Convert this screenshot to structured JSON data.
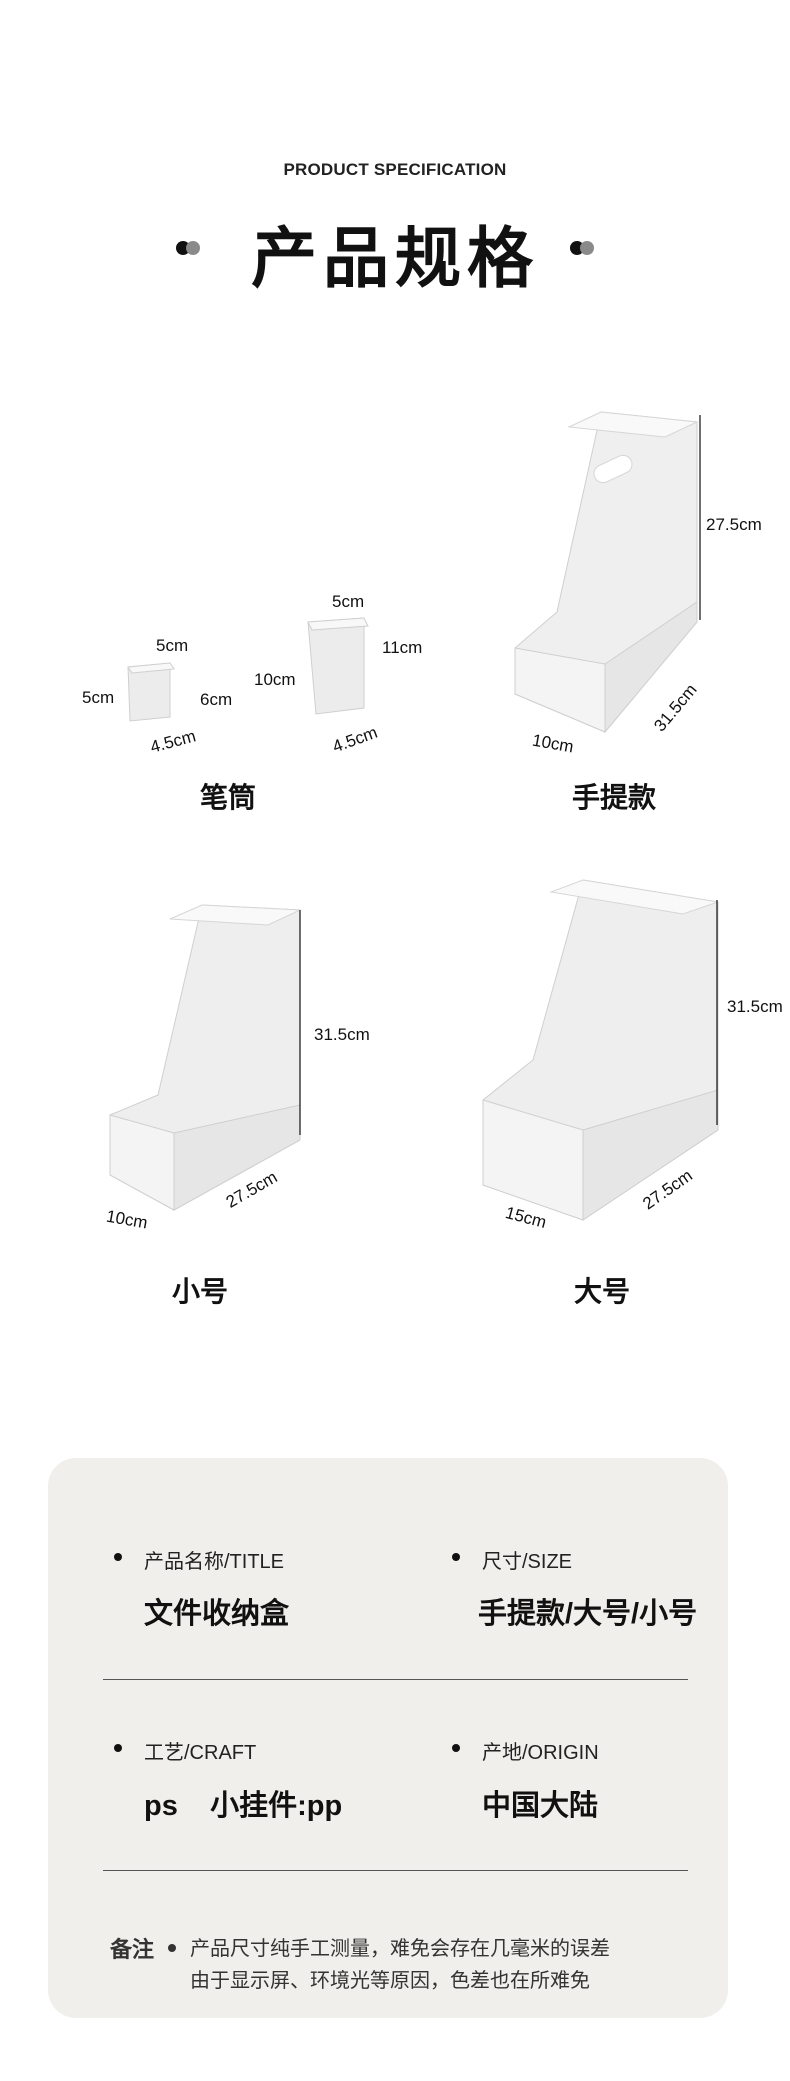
{
  "header": {
    "subtitle": "PRODUCT SPECIFICATION",
    "title": "产品规格"
  },
  "products": {
    "pen_holder": {
      "caption": "笔筒",
      "small": {
        "top": "5cm",
        "left": "5cm",
        "right": "6cm",
        "bottom": "4.5cm"
      },
      "tall": {
        "top": "5cm",
        "left": "10cm",
        "right": "11cm",
        "bottom": "4.5cm"
      }
    },
    "handle": {
      "caption": "手提款",
      "height": "27.5cm",
      "depth": "31.5cm",
      "width": "10cm"
    },
    "small": {
      "caption": "小号",
      "height": "31.5cm",
      "depth": "27.5cm",
      "width": "10cm"
    },
    "large": {
      "caption": "大号",
      "height": "31.5cm",
      "depth": "27.5cm",
      "width": "15cm"
    }
  },
  "specs": {
    "title": {
      "label": "产品名称/TITLE",
      "value": "文件收纳盒"
    },
    "size": {
      "label": "尺寸/SIZE",
      "value": "手提款/大号/小号"
    },
    "craft": {
      "label": "工艺/CRAFT",
      "value": "ps    小挂件:pp"
    },
    "origin": {
      "label": "产地/ORIGIN",
      "value": "中国大陆"
    }
  },
  "note": {
    "heading": "备注",
    "line1": "产品尺寸纯手工测量，难免会存在几毫米的误差",
    "line2": "由于显示屏、环境光等原因，色差也在所难免"
  }
}
